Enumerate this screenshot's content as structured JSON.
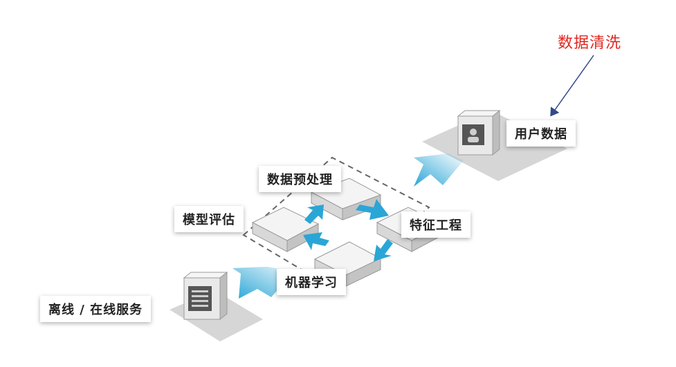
{
  "annotation": {
    "text": "数据清洗",
    "color": "#e0261f",
    "arrow_color": "#2f4a8a"
  },
  "nodes": {
    "user_data": "用户数据",
    "preprocess": "数据预处理",
    "feature_eng": "特征工程",
    "ml": "机器学习",
    "eval": "模型评估",
    "service": "离线 / 在线服务"
  },
  "colors": {
    "flow_arrow": "#2aa6d6",
    "platform": "#d6d6d6",
    "dashed": "#666666"
  },
  "icons": {
    "user_server": "server-user-icon",
    "service_server": "server-list-icon"
  }
}
